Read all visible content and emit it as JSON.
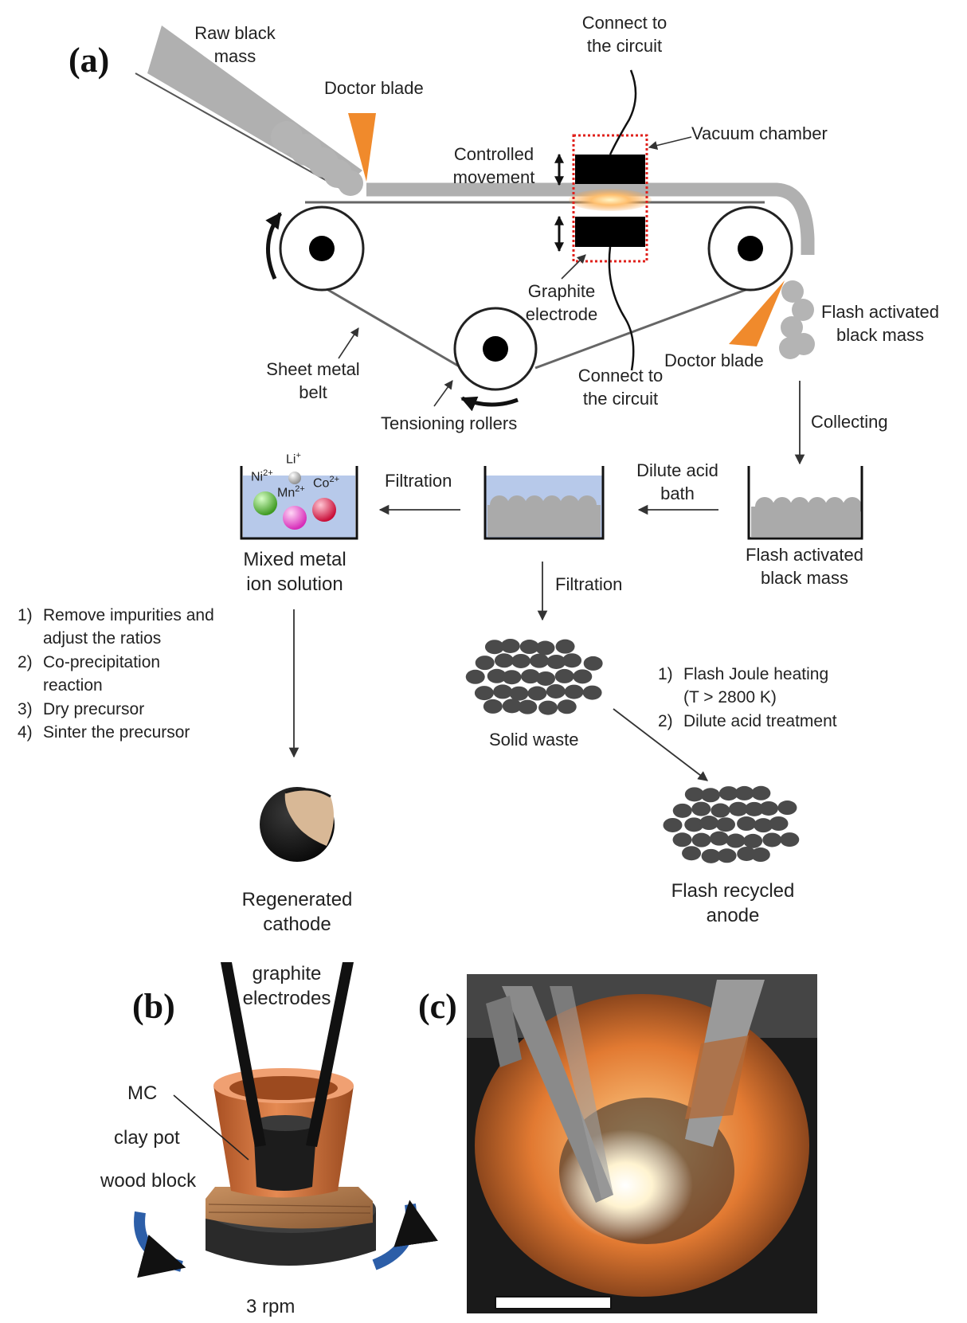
{
  "panels": {
    "a": "(a)",
    "b": "(b)",
    "c": "(c)"
  },
  "panel_a": {
    "raw_black_mass": [
      "Raw black",
      "mass"
    ],
    "doctor_blade_top": "Doctor blade",
    "connect_top": [
      "Connect to",
      "the circuit"
    ],
    "vacuum_chamber": "Vacuum chamber",
    "controlled_movement": [
      "Controlled",
      "movement"
    ],
    "graphite_electrode": [
      "Graphite",
      "electrode"
    ],
    "flash_activated_top": [
      "Flash activated",
      "black mass"
    ],
    "doctor_blade_bottom": "Doctor blade",
    "connect_bottom": [
      "Connect to",
      "the circuit"
    ],
    "sheet_metal_belt": [
      "Sheet metal",
      "belt"
    ],
    "tensioning_rollers": "Tensioning rollers",
    "collecting": "Collecting",
    "dilute_acid_bath": [
      "Dilute acid",
      "bath"
    ],
    "filtration_left": "Filtration",
    "filtration_down": "Filtration",
    "flash_activated_bottom": [
      "Flash activated",
      "black mass"
    ],
    "mixed_metal": [
      "Mixed metal",
      "ion solution"
    ],
    "ions": {
      "li": "Li",
      "li_charge": "+",
      "ni": "Ni",
      "ni_charge": "2+",
      "mn": "Mn",
      "mn_charge": "2+",
      "co": "Co",
      "co_charge": "2+"
    },
    "cathode_steps": [
      {
        "num": "1)",
        "text": [
          "Remove impurities and",
          "adjust the ratios"
        ]
      },
      {
        "num": "2)",
        "text": [
          "Co-precipitation",
          "reaction"
        ]
      },
      {
        "num": "3)",
        "text": [
          "Dry precursor"
        ]
      },
      {
        "num": "4)",
        "text": [
          "Sinter the precursor"
        ]
      }
    ],
    "solid_waste": "Solid waste",
    "anode_steps": [
      {
        "num": "1)",
        "text": [
          "Flash Joule heating",
          "(T > 2800 K)"
        ]
      },
      {
        "num": "2)",
        "text": [
          "Dilute acid treatment"
        ]
      }
    ],
    "regenerated_cathode": [
      "Regenerated",
      "cathode"
    ],
    "flash_recycled_anode": [
      "Flash recycled",
      "anode"
    ]
  },
  "panel_b": {
    "graphite_electrodes": [
      "graphite",
      "electrodes"
    ],
    "mc": "MC",
    "clay_pot": "clay pot",
    "wood_block": "wood block",
    "rpm": "3 rpm"
  },
  "colors": {
    "orange": "#f08a2c",
    "belt_gray": "#a8a8a8",
    "black_mass_gray": "#aaaaaa",
    "liquid_blue": "#b7c9ea",
    "vacuum_red": "#e0201b",
    "ni_green": "#4caf2a",
    "mn_magenta": "#e638c8",
    "co_red": "#e3123f",
    "li_gray": "#bdbdbd",
    "particle_dark": "#4a4a4a",
    "arrow_blue": "#2c5ea8",
    "clay": "#c76a3a"
  }
}
